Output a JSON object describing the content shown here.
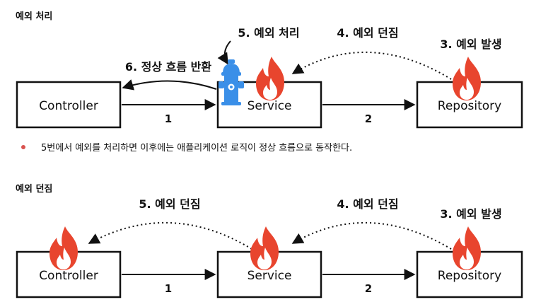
{
  "colors": {
    "flame_outer": "#e8452e",
    "flame_inner": "#ffffff",
    "hydrant": "#3a8fe8",
    "bullet": "#d9534f",
    "stroke": "#111111"
  },
  "icons": {
    "flame": "flame-icon",
    "hydrant": "fire-hydrant-icon"
  },
  "section1": {
    "title": "예외 처리",
    "boxes": {
      "controller": "Controller",
      "service": "Service",
      "repository": "Repository"
    },
    "notes": {
      "handle": "5. 예외 처리",
      "throw": "4. 예외 던짐",
      "occur": "3. 예외 발생",
      "return": "6. 정상 흐름 반환"
    },
    "numbers": {
      "call1": "1",
      "call2": "2"
    },
    "bullet": "5번에서 예외를 처리하면 이후에는 애플리케이션 로직이 정상 흐름으로 동작한다."
  },
  "section2": {
    "title": "예외 던짐",
    "boxes": {
      "controller": "Controller",
      "service": "Service",
      "repository": "Repository"
    },
    "notes": {
      "throw_to_controller": "5. 예외 던짐",
      "throw_to_service": "4. 예외 던짐",
      "occur": "3. 예외 발생"
    },
    "numbers": {
      "call1": "1",
      "call2": "2"
    }
  }
}
